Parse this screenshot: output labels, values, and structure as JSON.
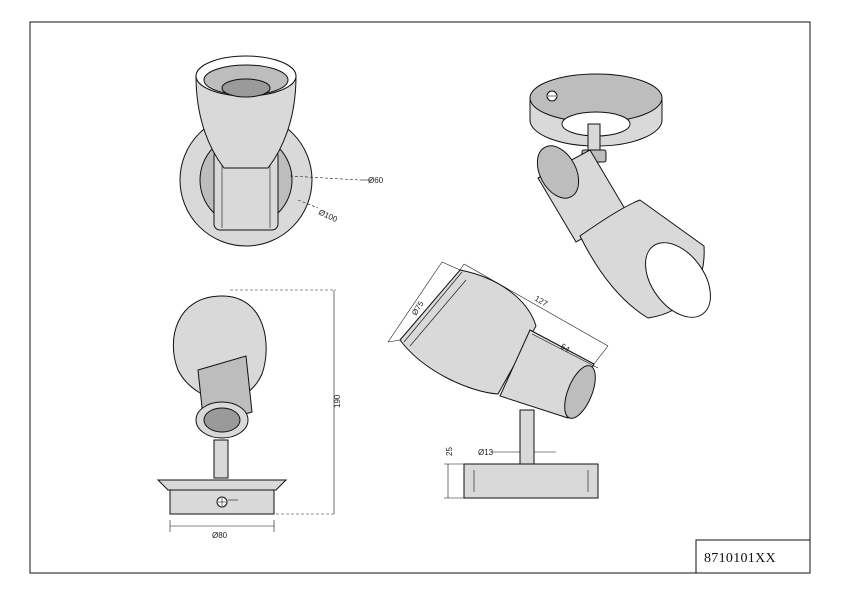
{
  "title_block": {
    "article_number": "8710101XX"
  },
  "views": {
    "front_view": {
      "dim_shade_diameter": "Ø60",
      "dim_base_diameter": "Ø100"
    },
    "side_view": {
      "dim_height": "190",
      "dim_base_width": "Ø80"
    },
    "iso_view": {},
    "detail_view": {
      "dim_shade_diameter": "Ø75",
      "dim_length": "127",
      "dim_cylinder_length": "54",
      "dim_stem_diameter": "Ø13",
      "dim_base_height": "25"
    }
  }
}
